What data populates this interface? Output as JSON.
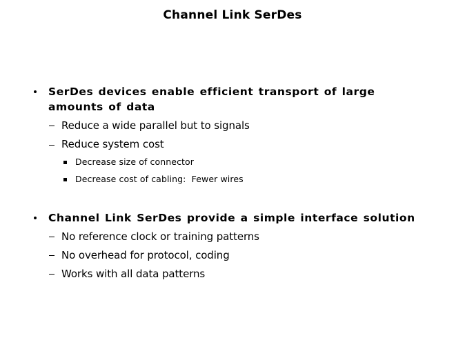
{
  "slide": {
    "title": "Channel Link SerDes",
    "sections": [
      {
        "bullet": "SerDes devices enable efficient transport of large",
        "bullet_continued": "amounts of data",
        "items": [
          {
            "text": "Reduce a wide parallel but to signals"
          },
          {
            "text": "Reduce system cost",
            "subitems": [
              {
                "text": "Decrease size of connector"
              },
              {
                "text": "Decrease cost of cabling:  Fewer wires"
              }
            ]
          }
        ]
      },
      {
        "bullet": "Channel Link SerDes provide a simple interface solution",
        "items": [
          {
            "text": "No reference clock or training patterns"
          },
          {
            "text": "No overhead for protocol, coding"
          },
          {
            "text": "Works with all data patterns"
          }
        ]
      }
    ]
  }
}
